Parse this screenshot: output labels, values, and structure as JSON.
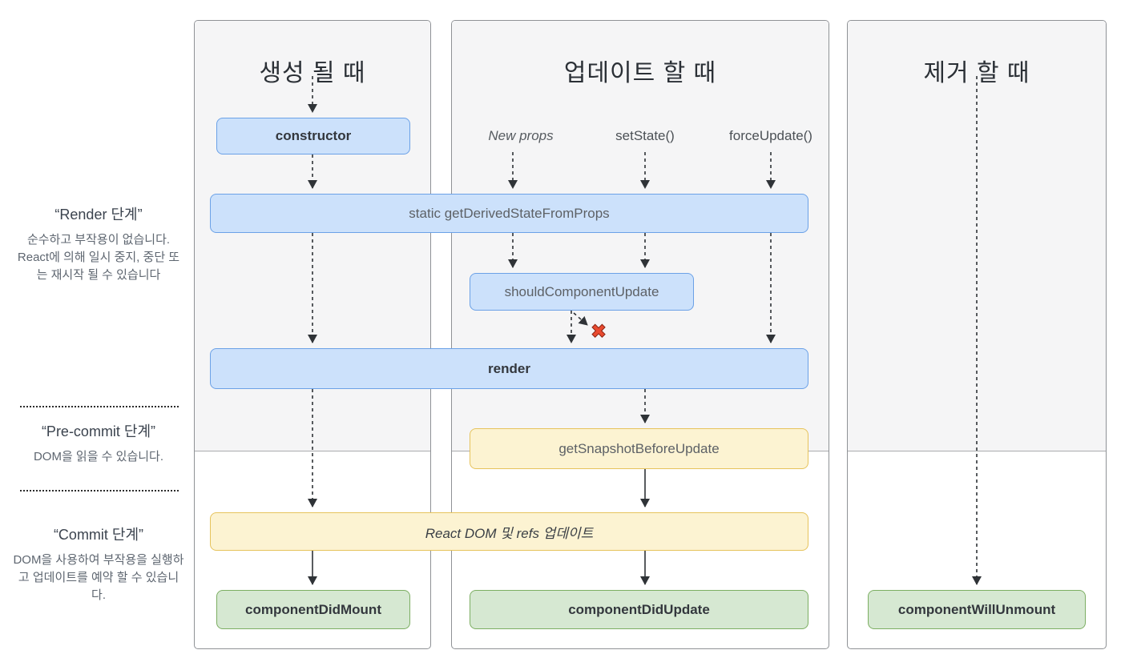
{
  "sidebar": {
    "phases": [
      {
        "title": "“Render 단계”",
        "description": "순수하고 부작용이 없습니다. React에 의해 일시 중지, 중단 또는 재시작 될 수 있습니다"
      },
      {
        "title": "“Pre-commit 단계”",
        "description": "DOM을 읽을 수 있습니다."
      },
      {
        "title": "“Commit 단계”",
        "description": "DOM을 사용하여 부작용을 실행하고 업데이트를 예약 할 수 있습니다."
      }
    ]
  },
  "columns": [
    {
      "id": "mount",
      "title": "생성 될 때"
    },
    {
      "id": "update",
      "title": "업데이트 할 때",
      "triggers": [
        "New props",
        "setState()",
        "forceUpdate()"
      ]
    },
    {
      "id": "unmount",
      "title": "제거 할 때"
    }
  ],
  "boxes": {
    "ctor": "constructor",
    "get_derived": "static getDerivedStateFromProps",
    "should_update": "shouldComponentUpdate",
    "render": "render",
    "get_snapshot": "getSnapshotBeforeUpdate",
    "react_dom": "React DOM 및 refs 업데이트",
    "did_mount": "componentDidMount",
    "did_update": "componentDidUpdate",
    "will_unmount": "componentWillUnmount"
  },
  "icons": {
    "fail_x": "✖"
  },
  "colors": {
    "box_blue": "#cce1fb",
    "box_blue_border": "#6ba1e7",
    "box_yellow": "#fcf3d2",
    "box_yellow_border": "#e6c35c",
    "box_green": "#d6e8d2",
    "box_green_border": "#7cae62",
    "fail_x": "#e94a2f",
    "render_zone_bg": "#f5f5f6"
  }
}
